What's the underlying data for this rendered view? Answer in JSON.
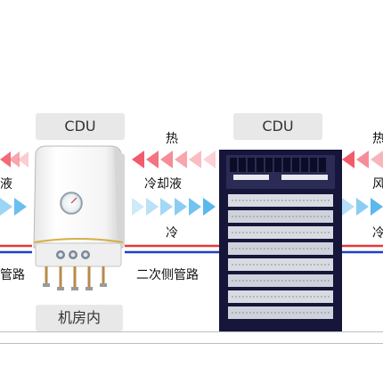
{
  "tags": {
    "cdu_left": "CDU",
    "cdu_right": "CDU",
    "room": "机房内"
  },
  "labels": {
    "left_coolant_fragment": "液",
    "left_pipe_fragment": "管路",
    "mid_hot": "热",
    "mid_coolant": "冷却液",
    "mid_cold": "冷",
    "mid_pipe": "二次侧管路",
    "right_hot": "热",
    "right_wind": "风",
    "right_cold": "冷"
  },
  "colors": {
    "hot_arrow": "#f25b6a",
    "cold_arrow": "#5ab8ec",
    "pipe_red": "#e53935",
    "pipe_blue": "#1e3fc8",
    "tag_bg": "#e8e8e8",
    "rack_body": "#15163a"
  }
}
